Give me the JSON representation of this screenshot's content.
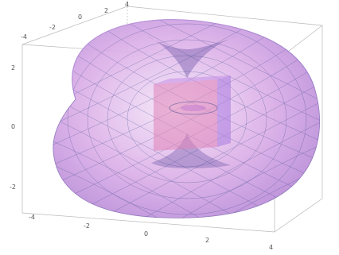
{
  "figure": {
    "description_free": true,
    "surface_colors": {
      "light": "#f4e6f8",
      "mid": "#d9a9e6",
      "deep": "#b27fd6",
      "mesh": "#3b4a8c",
      "inner_box": "#e084b8",
      "inner_box_side": "#a97ae0"
    },
    "axes": {
      "top_ticks": [
        "-4",
        "-2",
        "0",
        "2",
        "4"
      ],
      "left_ticks": [
        "2",
        "0",
        "-2"
      ],
      "bottom_ticks": [
        "-4",
        "-2",
        "0",
        "2",
        "4"
      ]
    }
  }
}
